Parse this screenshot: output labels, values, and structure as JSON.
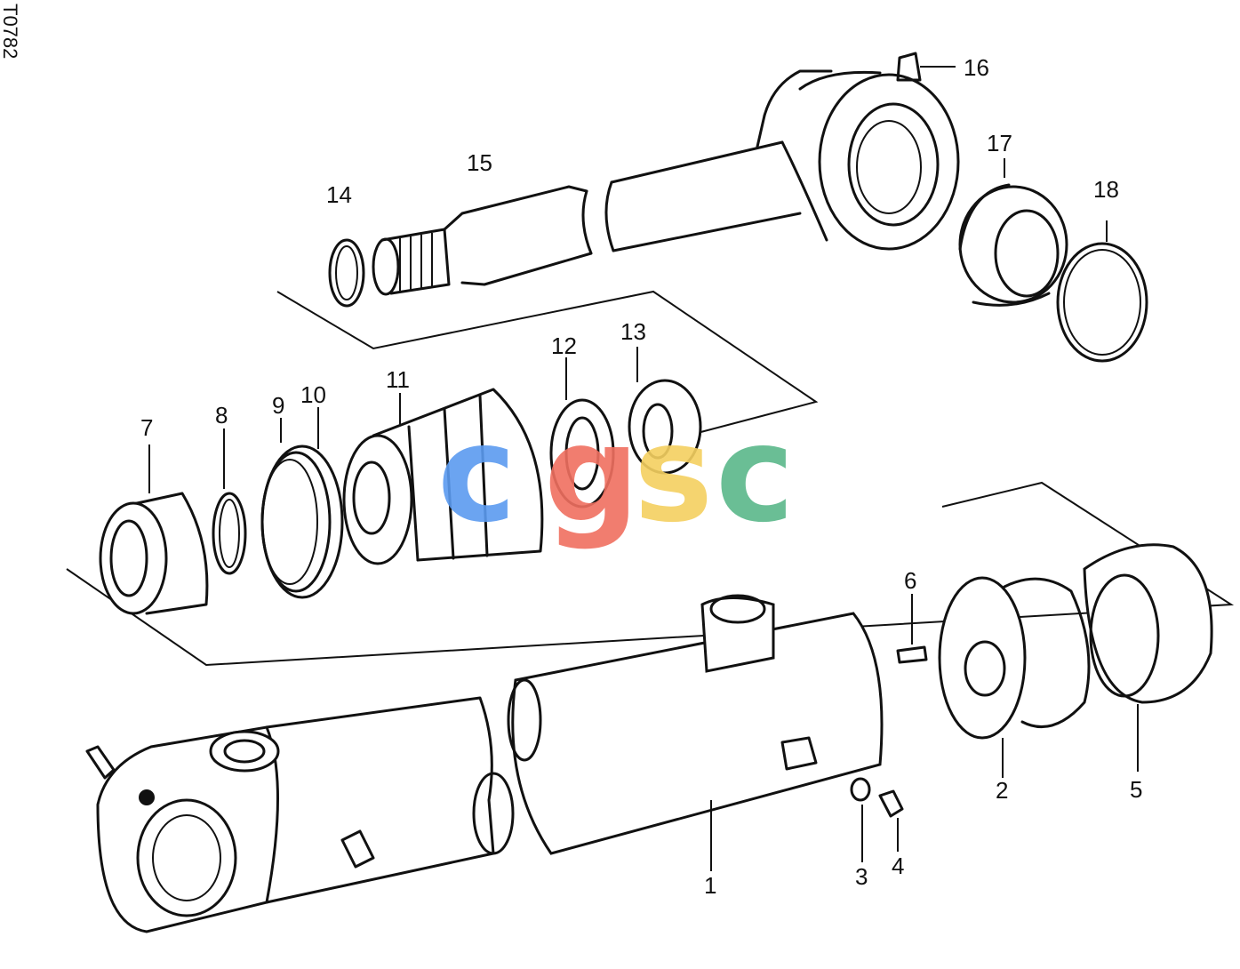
{
  "drawing_code": "T0782",
  "parts": [
    {
      "id": "part-1",
      "number": "1"
    },
    {
      "id": "part-2",
      "number": "2"
    },
    {
      "id": "part-3",
      "number": "3"
    },
    {
      "id": "part-4",
      "number": "4"
    },
    {
      "id": "part-5",
      "number": "5"
    },
    {
      "id": "part-6",
      "number": "6"
    },
    {
      "id": "part-7",
      "number": "7"
    },
    {
      "id": "part-8",
      "number": "8"
    },
    {
      "id": "part-9",
      "number": "9"
    },
    {
      "id": "part-10",
      "number": "10"
    },
    {
      "id": "part-11",
      "number": "11"
    },
    {
      "id": "part-12",
      "number": "12"
    },
    {
      "id": "part-13",
      "number": "13"
    },
    {
      "id": "part-14",
      "number": "14"
    },
    {
      "id": "part-15",
      "number": "15"
    },
    {
      "id": "part-16",
      "number": "16"
    },
    {
      "id": "part-17",
      "number": "17"
    },
    {
      "id": "part-18",
      "number": "18"
    }
  ],
  "watermark": {
    "letters": [
      "c",
      "g",
      "s",
      "c"
    ],
    "colors": [
      "#5b9bf0",
      "#f07060",
      "#f5d060",
      "#5ab88a"
    ]
  }
}
